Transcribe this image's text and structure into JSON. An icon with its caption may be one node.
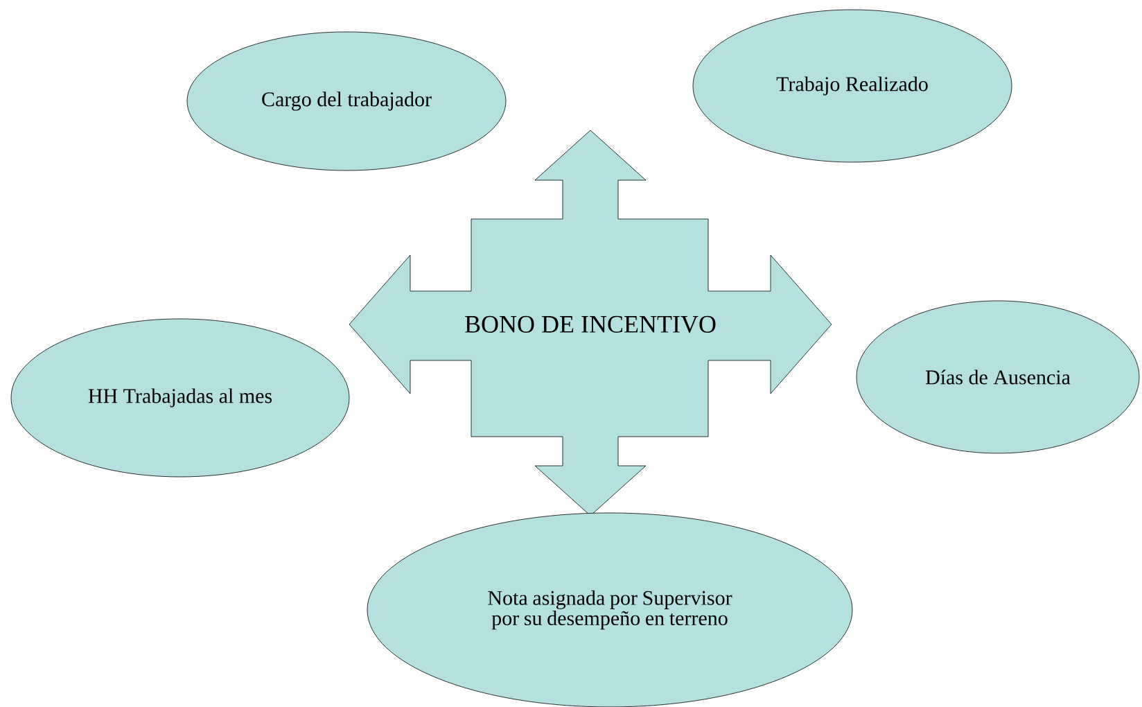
{
  "diagram": {
    "nodes": [
      {
        "text": [
          "Cargo del trabajador"
        ]
      },
      {
        "text": [
          "Trabajo Realizado"
        ]
      },
      {
        "text": [
          "BONO DE INCENTIVO"
        ]
      },
      {
        "text": [
          "HH Trabajadas al mes"
        ]
      },
      {
        "text": [
          "Días de Ausencia"
        ]
      },
      {
        "text": [
          "Nota asignada por Supervisor por su desempeño en terreno"
        ]
      }
    ]
  }
}
